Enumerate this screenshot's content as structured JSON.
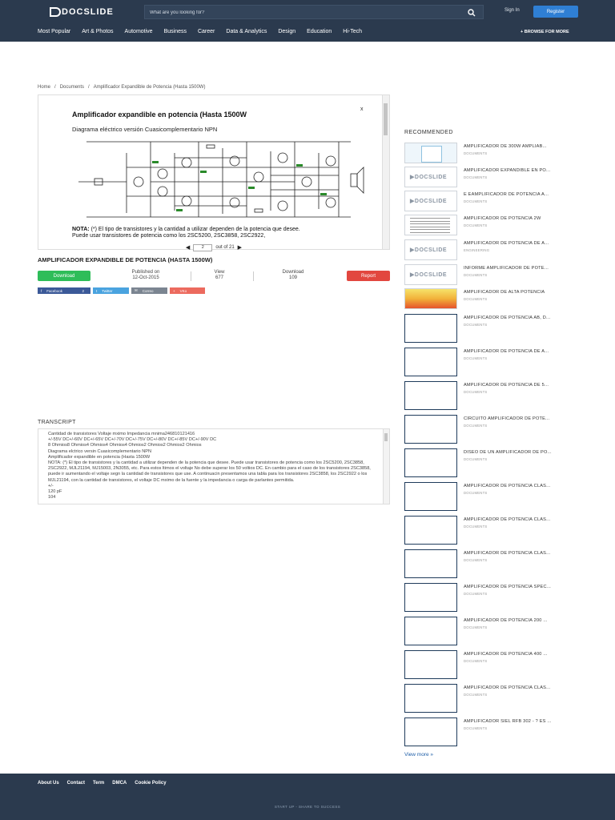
{
  "header": {
    "logo_text": "DOCSLIDE",
    "search_placeholder": "What are you looking for?",
    "signin_label": "Sign In",
    "register_label": "Register",
    "nav": [
      "Most Popular",
      "Art & Photos",
      "Automotive",
      "Business",
      "Career",
      "Data & Analytics",
      "Design",
      "Education",
      "Hi-Tech"
    ],
    "browse_label": "+ BROWSE FOR MORE"
  },
  "breadcrumb": {
    "home": "Home",
    "documents": "Documents",
    "current": "Amplificador Expandible de Potencia (Hasta 1500W)"
  },
  "viewer": {
    "doc_title": "Amplificador expandible en potencia (Hasta 1500W",
    "doc_subtitle": "Diagrama eléctrico versión Cuasicomplementario NPN",
    "close_mark": "x",
    "note_label": "NOTA:",
    "note_text": " (*) El tipo de transistores y la cantidad a utilizar dependen de la potencia que desee.",
    "note_text2": "Puede usar transistores de potencia como los 2SC5200, 2SC3858, 2SC2922,",
    "page_current": "2",
    "page_total_text": "out of 21"
  },
  "document": {
    "title": "AMPLIFICADOR EXPANDIBLE DE POTENCIA (HASTA 1500W)",
    "download_label": "Download",
    "published_label": "Published on",
    "published_value": "12-Oct-2015",
    "view_label": "View",
    "view_value": "677",
    "download_count_label": "Download",
    "download_count_value": "109",
    "report_label": "Report"
  },
  "share": {
    "facebook": "Facebook",
    "facebook_count": "2",
    "twitter": "Twitter",
    "email": "Correo",
    "vk": "VKo"
  },
  "transcript": {
    "heading": "TRANSCRIPT",
    "text": "Cantidad de transistores Voltaje mximo Impedancia mnima246810121416\n+/-55V DC+/-60V DC+/-65V DC+/-70V DC+/-75V DC+/-80V DC+/-85V DC+/-90V DC\n8 Ohmios8 Ohmios4 Ohmios4 Ohmios4 Ohmios2 Ohmios2 Ohmios2 Ohmios\nDiagrama elctrico versin Cuasicomplementario NPN\nAmplificador expandible en potencia (Hasta 1500W\nNOTA: (*) El tipo de transistores y la cantidad a utilizar dependen de la potencia que desee. Puede usar transistores de potencia como los 2SC5200, 2SC3858, 2SC2922, MJL21194, MJ15003, 2N3055, etc. Para estos ltimos el voltaje No debe superar los 50 voltios DC. En cambio para el caso de los transistores 2SC3858, puede ir aumentando el voltaje segn la cantidad de transistores que use. A continuacin presentamos una tabla para los transistores 2SC3858, los 2SC2922 o los MJL21194, con la cantidad de transistores, el voltaje DC mximo de la fuente y la impedancia o carga de parlantes permitida.\n+/-\n120 pF\n104"
  },
  "recommended": {
    "heading": "RECOMMENDED",
    "items": [
      {
        "title": "AMPLIFICADOR DE 300W AMPLIAB...",
        "category": "DOCUMENTS",
        "thumb": "doc"
      },
      {
        "title": "AMPLIFICADOR EXPANDIBLE EN PO...",
        "category": "DOCUMENTS",
        "thumb": "logo"
      },
      {
        "title": "E EAMPLIFICADOR DE POTENCIA A...",
        "category": "DOCUMENTS",
        "thumb": "logo"
      },
      {
        "title": "AMPLIFICADOR DE POTENCIA 2W",
        "category": "DOCUMENTS",
        "thumb": "text"
      },
      {
        "title": "AMPLIFICADOR DE POTENCIA DE A...",
        "category": "ENGINEERING",
        "thumb": "logo"
      },
      {
        "title": "INFORME AMPLIFICADOR DE POTE...",
        "category": "DOCUMENTS",
        "thumb": "logo"
      },
      {
        "title": "AMPLIFICADOR DE ALTA POTENCIA",
        "category": "DOCUMENTS",
        "thumb": "color"
      },
      {
        "title": "AMPLIFICADOR DE POTENCIA AB, D...",
        "category": "DOCUMENTS",
        "thumb": "blank"
      },
      {
        "title": "AMPLIFICADOR DE POTENCIA DE A...",
        "category": "DOCUMENTS",
        "thumb": "blank"
      },
      {
        "title": "AMPLIFICADOR DE POTENCIA DE 5...",
        "category": "DOCUMENTS",
        "thumb": "blank"
      },
      {
        "title": "CIRCUITO AMPLIFICADOR DE POTE...",
        "category": "DOCUMENTS",
        "thumb": "blank"
      },
      {
        "title": "DISEO DE UN AMPLIFICADOR DE PO...",
        "category": "DOCUMENTS",
        "thumb": "blank"
      },
      {
        "title": "AMPLIFICADOR DE POTENCIA CLAS...",
        "category": "DOCUMENTS",
        "thumb": "blank"
      },
      {
        "title": "AMPLIFICADOR DE POTENCIA CLAS...",
        "category": "DOCUMENTS",
        "thumb": "blank"
      },
      {
        "title": "AMPLIFICADOR DE POTENCIA CLAS...",
        "category": "DOCUMENTS",
        "thumb": "blank"
      },
      {
        "title": "AMPLIFICADOR DE POTENCIA SPEC...",
        "category": "DOCUMENTS",
        "thumb": "blank"
      },
      {
        "title": "AMPLIFICADOR DE POTENCIA 200 ...",
        "category": "DOCUMENTS",
        "thumb": "blank"
      },
      {
        "title": "AMPLIFICADOR DE POTENCIA 400 ...",
        "category": "DOCUMENTS",
        "thumb": "blank"
      },
      {
        "title": "AMPLIFICADOR DE POTENCIA CLAS...",
        "category": "DOCUMENTS",
        "thumb": "blank"
      },
      {
        "title": "AMPLIFICADOR SIEL RFB 302 - ? ES ...",
        "category": "DOCUMENTS",
        "thumb": "blank"
      }
    ],
    "view_more": "View more »"
  },
  "footer": {
    "links": [
      "About Us",
      "Contact",
      "Term",
      "DMCA",
      "Cookie Policy"
    ],
    "copyright": "START UP - SHARE TO SUCCESS"
  }
}
